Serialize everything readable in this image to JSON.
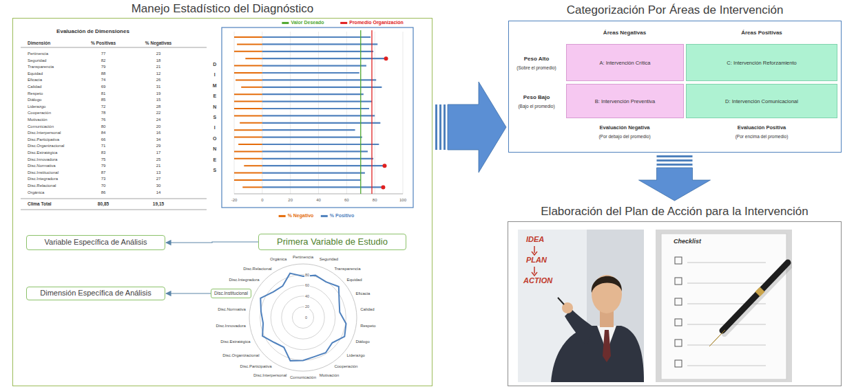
{
  "diagram": {
    "nodes": [
      {
        "text": [
          "Manejo Estadístico del Diagnóstico"
        ]
      },
      {
        "text": [
          "Variable Específica de Análisis"
        ],
        "in": 0
      },
      {
        "text": [
          "Primera Variable de Estudio"
        ],
        "in": 0
      },
      {
        "text": [
          "Dimensión Específica de Análisis"
        ],
        "in": 0
      },
      {
        "text": [
          "Disc.Institucional"
        ],
        "in": 0
      },
      {
        "text": [
          "Categorización Por Áreas de Intervención"
        ]
      },
      {
        "text": [
          "A: Intervención Crítica"
        ],
        "in": 5
      },
      {
        "text": [
          "C: Intervención Reforzamiento"
        ],
        "in": 5
      },
      {
        "text": [
          "B: Intervención Preventiva"
        ],
        "in": 5
      },
      {
        "text": [
          "D: Intervención Comunicacional"
        ],
        "in": 5
      },
      {
        "text": [
          "Elaboración del Plan de Acción para la Intervención"
        ]
      },
      {
        "text": [
          "IDEA",
          "PLAN",
          "ACTION"
        ],
        "in": 10
      },
      {
        "text": [
          "Checklist"
        ],
        "in": 10
      }
    ],
    "edges": [
      {
        "from": 2,
        "to": 1,
        "arrow": "to"
      },
      {
        "from": 4,
        "to": 3,
        "arrow": "to"
      },
      {
        "from": 0,
        "to": 5,
        "arrow": "to"
      },
      {
        "from": 5,
        "to": 10,
        "arrow": "to"
      }
    ],
    "labels": [
      "Evaluación de Dimensiones",
      "Dimensión",
      "% Positivas",
      "% Negativas",
      "Pertinencia",
      "77",
      "23",
      "Seguridad",
      "82",
      "18",
      "Transparencia",
      "79",
      "21",
      "Equidad",
      "88",
      "12",
      "Eficacia",
      "74",
      "26",
      "Calidad",
      "69",
      "31",
      "Respeto",
      "81",
      "19",
      "Diálogo",
      "85",
      "15",
      "Liderazgo",
      "72",
      "28",
      "Cooperación",
      "78",
      "22",
      "Motivación",
      "76",
      "24",
      "Comunicación",
      "80",
      "20",
      "Disc.Interpersonal",
      "84",
      "16",
      "Disc.Participativa",
      "66",
      "34",
      "Disc.Organizacional",
      "71",
      "29",
      "Disc.Estratégica",
      "83",
      "17",
      "Disc.Innovadora",
      "75",
      "25",
      "Disc.Normativa",
      "79",
      "21",
      "Disc.Institucional",
      "87",
      "13",
      "Disc.Integradora",
      "73",
      "27",
      "Disc.Relacional",
      "70",
      "30",
      "Orgánica",
      "86",
      "14",
      "Clima Total",
      "80,85",
      "19,15",
      "DIMENSIONES",
      "-20",
      "0",
      "20",
      "40",
      "60",
      "80",
      "100",
      "80",
      "60",
      "40",
      "20",
      "0",
      "Pertinencia",
      "Seguridad",
      "Transparencia",
      "Equidad",
      "Eficacia",
      "Calidad",
      "Respeto",
      "Diálogo",
      "Liderazgo",
      "Cooperación",
      "Motivación",
      "Comunicación",
      "Disc.Interpersonal",
      "Disc.Participativa",
      "Disc.Organizacional",
      "Disc.Estratégica",
      "Disc.Innovadora",
      "Disc.Normativa",
      "Disc.Integradora",
      "Disc.Relacional",
      "Orgánica",
      "Áreas Negativas",
      "Áreas Positivas",
      "Peso Alto",
      "(Sobre el promedio)",
      "Peso Bajo",
      "(Bajo el promedio)",
      "Evaluación Negativa",
      "(Por debajo del promedio)",
      "Evaluación Positiva",
      "(Por encima del promedio)"
    ],
    "legend": [
      {
        "text": "Valor Deseado",
        "color": "#4ea72e"
      },
      {
        "text": "Promedio Organización",
        "color": "#e02020"
      },
      {
        "text": "% Negativo",
        "color": "#e46c0a"
      },
      {
        "text": "% Positivo",
        "color": "#4f81bd"
      }
    ]
  }
}
